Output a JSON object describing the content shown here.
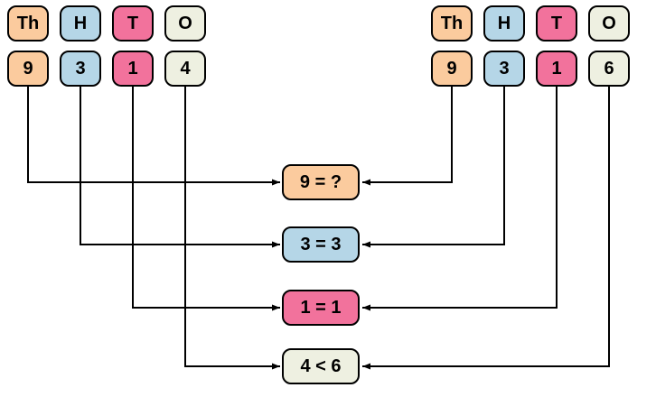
{
  "left_number": {
    "columns": [
      {
        "header": "Th",
        "digit": "9",
        "color": "#FBCB9E"
      },
      {
        "header": "H",
        "digit": "3",
        "color": "#B5D6E7"
      },
      {
        "header": "T",
        "digit": "1",
        "color": "#F2729C"
      },
      {
        "header": "O",
        "digit": "4",
        "color": "#EEF0E1"
      }
    ]
  },
  "right_number": {
    "columns": [
      {
        "header": "Th",
        "digit": "9",
        "color": "#FBCB9E"
      },
      {
        "header": "H",
        "digit": "3",
        "color": "#B5D6E7"
      },
      {
        "header": "T",
        "digit": "1",
        "color": "#F2729C"
      },
      {
        "header": "O",
        "digit": "6",
        "color": "#EEF0E1"
      }
    ]
  },
  "comparisons": [
    {
      "place": "thousands",
      "text": "9 = ?",
      "color": "#FBCB9E"
    },
    {
      "place": "hundreds",
      "text": "3 = 3",
      "color": "#B5D6E7"
    },
    {
      "place": "tens",
      "text": "1 = 1",
      "color": "#F2729C"
    },
    {
      "place": "ones",
      "text": "4 < 6",
      "color": "#EEF0E1"
    }
  ],
  "colors": {
    "border": "#000000",
    "arrow": "#000000",
    "background": "#FFFFFF"
  }
}
